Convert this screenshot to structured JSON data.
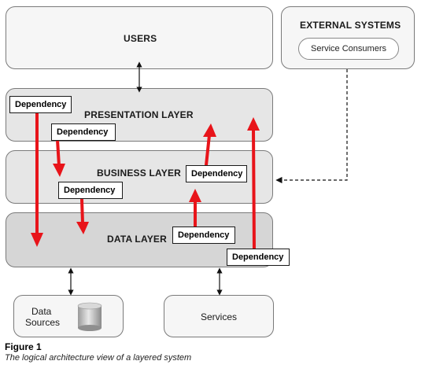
{
  "users": {
    "label": "USERS"
  },
  "external": {
    "title": "EXTERNAL SYSTEMS",
    "item": "Service Consumers"
  },
  "layers": {
    "presentation": "PRESENTATION LAYER",
    "business": "BUSINESS LAYER",
    "data": "DATA LAYER"
  },
  "dependency_label": "Dependency",
  "bottom": {
    "data_sources": [
      "Data",
      "Sources"
    ],
    "services": "Services"
  },
  "caption": {
    "title": "Figure 1",
    "subtitle": "The logical architecture view of a layered system"
  },
  "colors": {
    "arrow_red": "#e8141a",
    "layer_fill": "#e6e6e6",
    "data_layer_fill": "#d6d6d6",
    "box_fill": "#f6f6f6"
  }
}
